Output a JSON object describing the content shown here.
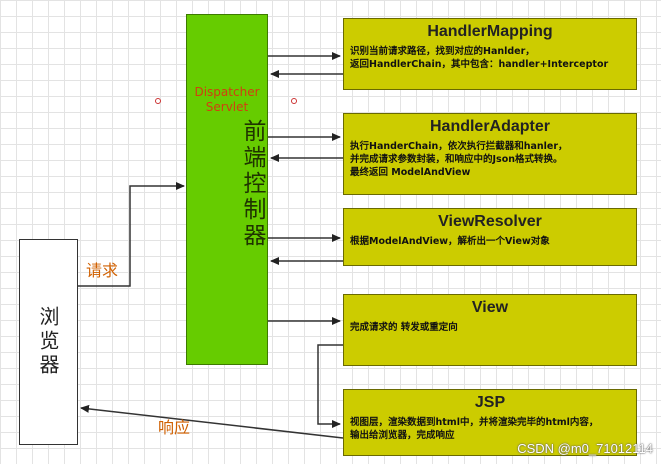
{
  "browser": {
    "label": "浏览器"
  },
  "dispatcher": {
    "title": "Dispatcher\nServlet",
    "label": "前端控制器"
  },
  "components": [
    {
      "title": "HandlerMapping",
      "desc": "识别当前请求路径，找到对应的Hanlder，\n返回HandlerChain，其中包含：handler+Interceptor"
    },
    {
      "title": "HandlerAdapter",
      "desc": "执行HanderChain，依次执行拦截器和hanler，\n并完成请求参数封装，和响应中的Json格式转换。\n最终返回 ModelAndView"
    },
    {
      "title": "ViewResolver",
      "desc": "根据ModelAndView，解析出一个View对象"
    },
    {
      "title": "View",
      "desc": "完成请求的 转发或重定向"
    },
    {
      "title": "JSP",
      "desc": "视图层，渲染数据到html中，并将渲染完毕的html内容，\n输出给浏览器，完成响应"
    }
  ],
  "edges": {
    "request": "请求",
    "response": "响应"
  },
  "watermark": "CSDN @m0_71012114"
}
